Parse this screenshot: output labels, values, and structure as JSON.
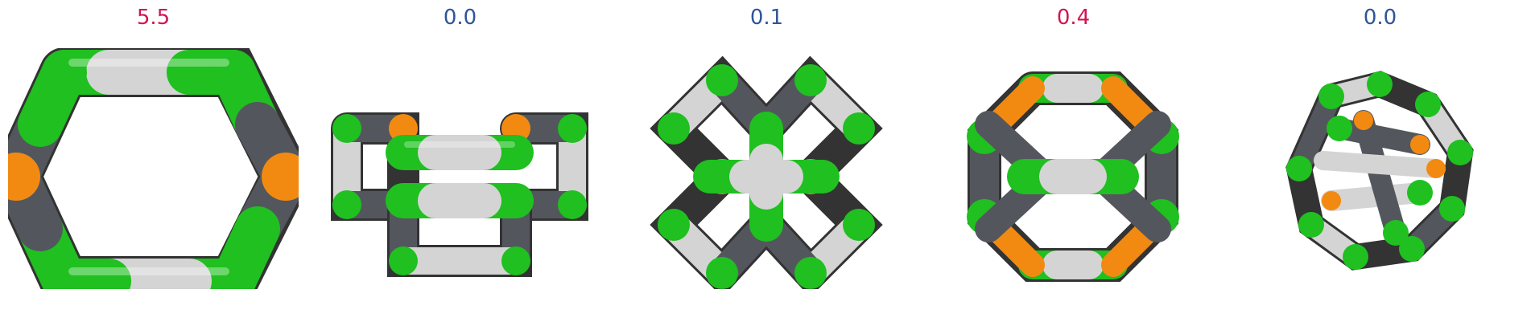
{
  "colors": {
    "green": "#1fc01f",
    "white": "#d4d4d4",
    "gray": "#53575d",
    "orange": "#f28a12",
    "score_high": "#d2154f",
    "score_low": "#2f5597"
  },
  "panels": [
    {
      "score": "5.5",
      "score_color": "#d2154f",
      "icon": "hexagonal-ring-molecule"
    },
    {
      "score": "0.0",
      "score_color": "#2f5597",
      "icon": "stacked-cage-molecule"
    },
    {
      "score": "0.1",
      "score_color": "#2f5597",
      "icon": "cross-shaped-cage-molecule"
    },
    {
      "score": "0.4",
      "score_color": "#d2154f",
      "icon": "hexagonal-prism-cage-molecule"
    },
    {
      "score": "0.0",
      "score_color": "#2f5597",
      "icon": "tangled-cage-molecule"
    }
  ]
}
